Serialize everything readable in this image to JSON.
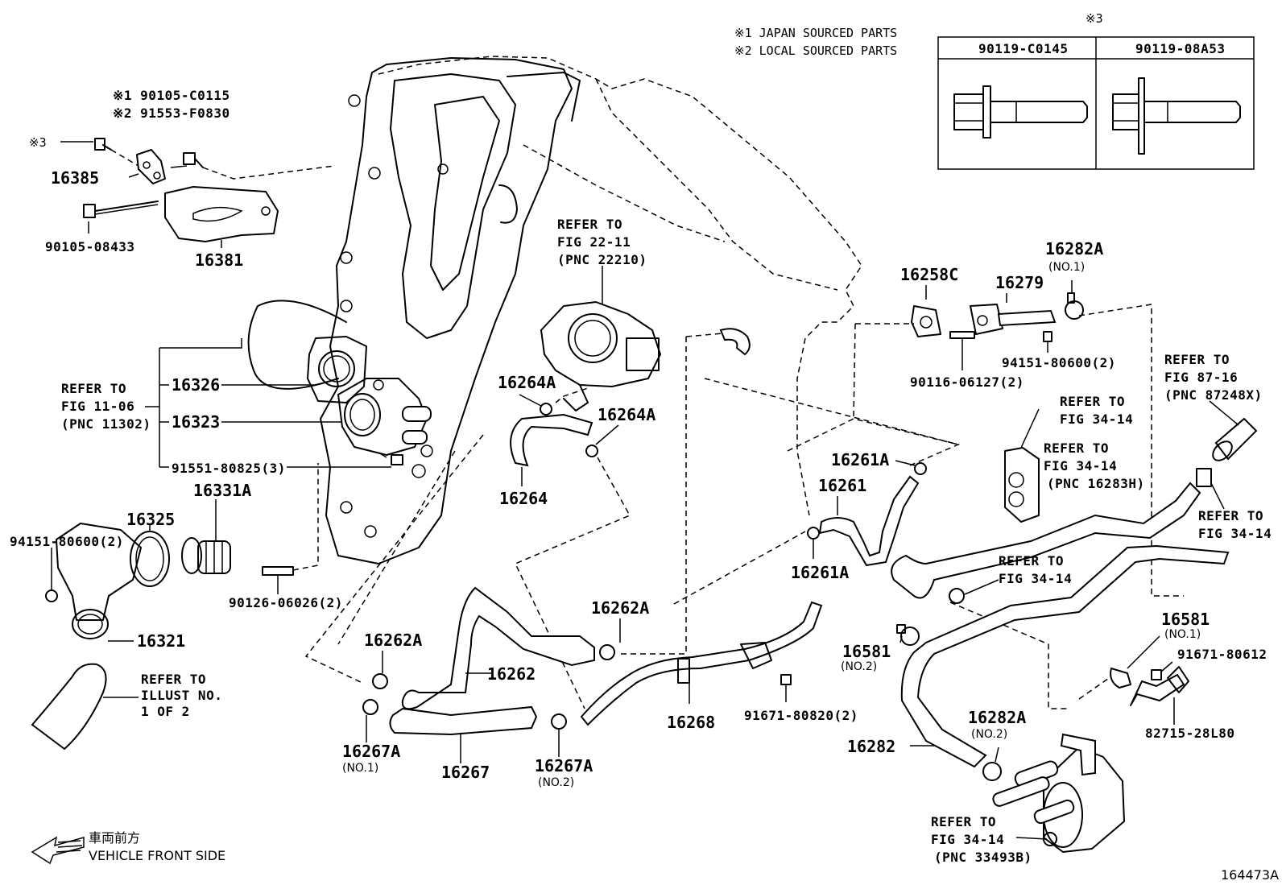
{
  "notes": {
    "japan": "※1 JAPAN SOURCED PARTS",
    "local": "※2 LOCAL SOURCED PARTS"
  },
  "bolt_table": {
    "mark": "※3",
    "col1": "90119-C0145",
    "col2": "90119-08A53"
  },
  "labels": {
    "l16385": "16385",
    "l16381": "16381",
    "l90105_08433": "90105-08433",
    "mark3_left": "※3",
    "l90105_C0115": "※1 90105-C0115",
    "l91553_F0830": "※2 91553-F0830",
    "l16326": "16326",
    "l16323": "16323",
    "l91551": "91551-80825(3)",
    "l16331A": "16331A",
    "l16325": "16325",
    "l94151_left": "94151-80600(2)",
    "l90126": "90126-06026(2)",
    "l16321": "16321",
    "l16264A_1": "16264A",
    "l16264A_2": "16264A",
    "l16264": "16264",
    "l16262A_1": "16262A",
    "l16262A_2": "16262A",
    "l16262": "16262",
    "l16267": "16267",
    "l16267A_1": "16267A",
    "l16267A_1_no": "(NO.1)",
    "l16267A_2": "16267A",
    "l16267A_2_no": "(NO.2)",
    "l16268": "16268",
    "l91671_80820": "91671-80820(2)",
    "l16258C": "16258C",
    "l16279": "16279",
    "l16282A_1": "16282A",
    "l16282A_1_no": "(NO.1)",
    "l94151_right": "94151-80600(2)",
    "l90116": "90116-06127(2)",
    "l16261A_1": "16261A",
    "l16261": "16261",
    "l16261A_2": "16261A",
    "l16581_1": "16581",
    "l16581_1_no": "(NO.1)",
    "l16581_2": "16581",
    "l16581_2_no": "(NO.2)",
    "l91671_80612": "91671-80612",
    "l82715": "82715-28L80",
    "l16282A_2": "16282A",
    "l16282A_2_no": "(NO.2)",
    "l16282": "16282"
  },
  "refs": {
    "fig22_1": "REFER TO",
    "fig22_2": "FIG 22-11",
    "fig22_3": "(PNC 22210)",
    "fig11_1": "REFER TO",
    "fig11_2": "FIG 11-06",
    "fig11_3": "(PNC 11302)",
    "illust_1": "REFER TO",
    "illust_2": "ILLUST NO.",
    "illust_3": "1 OF 2",
    "fig87_1": "REFER TO",
    "fig87_2": "FIG 87-16",
    "fig87_3": "(PNC 87248X)",
    "fig34a_1": "REFER TO",
    "fig34a_2": "FIG 34-14",
    "fig34b_1": "REFER TO",
    "fig34b_2": "FIG 34-14",
    "fig34b_3": "(PNC 16283H)",
    "fig34c_1": "REFER TO",
    "fig34c_2": "FIG 34-14",
    "fig34d_1": "REFER TO",
    "fig34d_2": "FIG 34-14",
    "fig34e_1": "REFER TO",
    "fig34e_2": "FIG 34-14",
    "fig34e_3": "(PNC 33493B)"
  },
  "footer": {
    "direction_jp": "車両前方",
    "direction_en": "VEHICLE FRONT SIDE",
    "illustration_id": "164473A"
  }
}
